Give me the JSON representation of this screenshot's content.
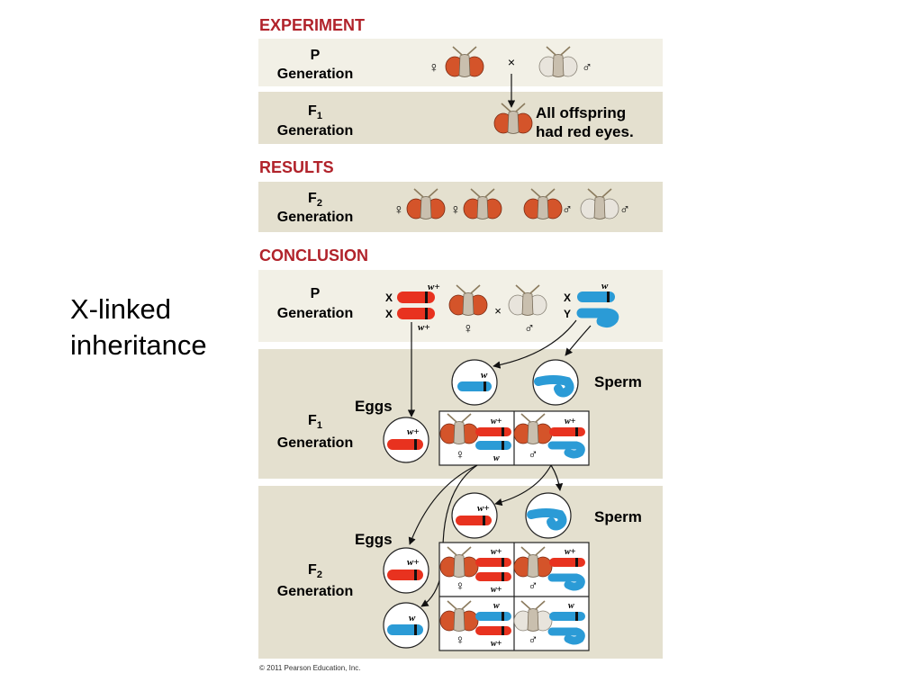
{
  "side_title_line1": "X-linked",
  "side_title_line2": "inheritance",
  "headings": {
    "experiment": "EXPERIMENT",
    "results": "RESULTS",
    "conclusion": "CONCLUSION"
  },
  "gen": {
    "p": "P",
    "f": "F",
    "sub1": "1",
    "sub2": "2",
    "generation": "Generation"
  },
  "symbols": {
    "female": "♀",
    "male": "♂",
    "cross": "×"
  },
  "f1_note_line1": "All offspring",
  "f1_note_line2": "had red eyes.",
  "chrom": {
    "x": "X",
    "y": "Y",
    "w": "w",
    "wplus": "w+"
  },
  "labels": {
    "eggs": "Eggs",
    "sperm": "Sperm"
  },
  "copyright": "© 2011 Pearson Education, Inc.",
  "colors": {
    "band": "#e4e0cf",
    "band_light": "#f2f0e6",
    "red_chrom": "#e8321f",
    "blue_chrom": "#2b9bd6",
    "heading": "#b1232b",
    "red_eye": "#d4542a",
    "white_eye": "#e8e4dc"
  }
}
